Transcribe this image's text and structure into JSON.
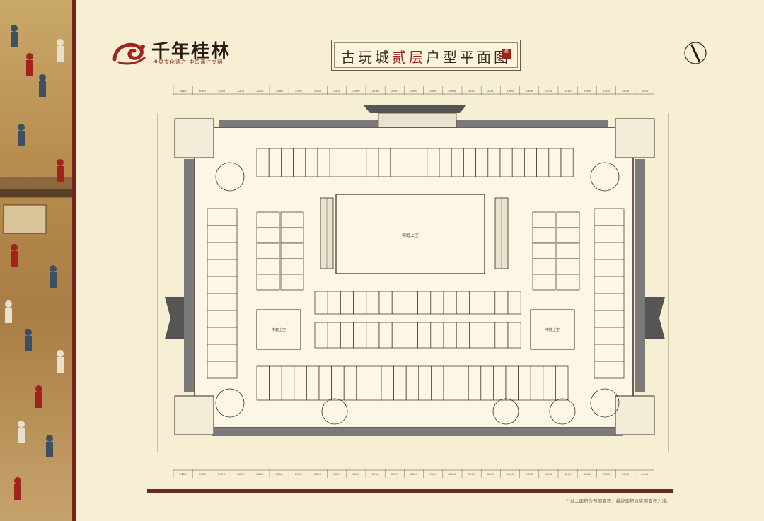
{
  "brand": {
    "name": "千年桂林",
    "tagline": "世界文化遗产 中国漓江文明"
  },
  "title": {
    "prefix": "古玩城",
    "highlight": "贰层",
    "suffix": "户型平面图",
    "seal": "星"
  },
  "colors": {
    "background": "#f7efd4",
    "accent_red": "#a0241d",
    "line": "#5a4a3c",
    "roof": "#6f6f6f"
  },
  "floorplan": {
    "atrium_label": "中庭上空",
    "hall_left_label": "中庭上空",
    "hall_right_label": "中庭上空",
    "top_dims": [
      "2400",
      "3000",
      "3300",
      "3300",
      "3300",
      "3300",
      "3300",
      "3300",
      "3300",
      "3300",
      "3300",
      "3300",
      "3300",
      "3300",
      "3300",
      "3300",
      "3300",
      "3300",
      "3300",
      "3300",
      "3300",
      "3300",
      "3300",
      "3000",
      "2400"
    ],
    "bottom_dims": [
      "2400",
      "3000",
      "3300",
      "3300",
      "3300",
      "3300",
      "3300",
      "3300",
      "3300",
      "3300",
      "3300",
      "3300",
      "3300",
      "3300",
      "3300",
      "3300",
      "3300",
      "3300",
      "3300",
      "3300",
      "3300",
      "3300",
      "3300",
      "3000",
      "2400"
    ]
  },
  "footnote": "* 以上面积为预测面积，最终面积以实测面积为准。"
}
